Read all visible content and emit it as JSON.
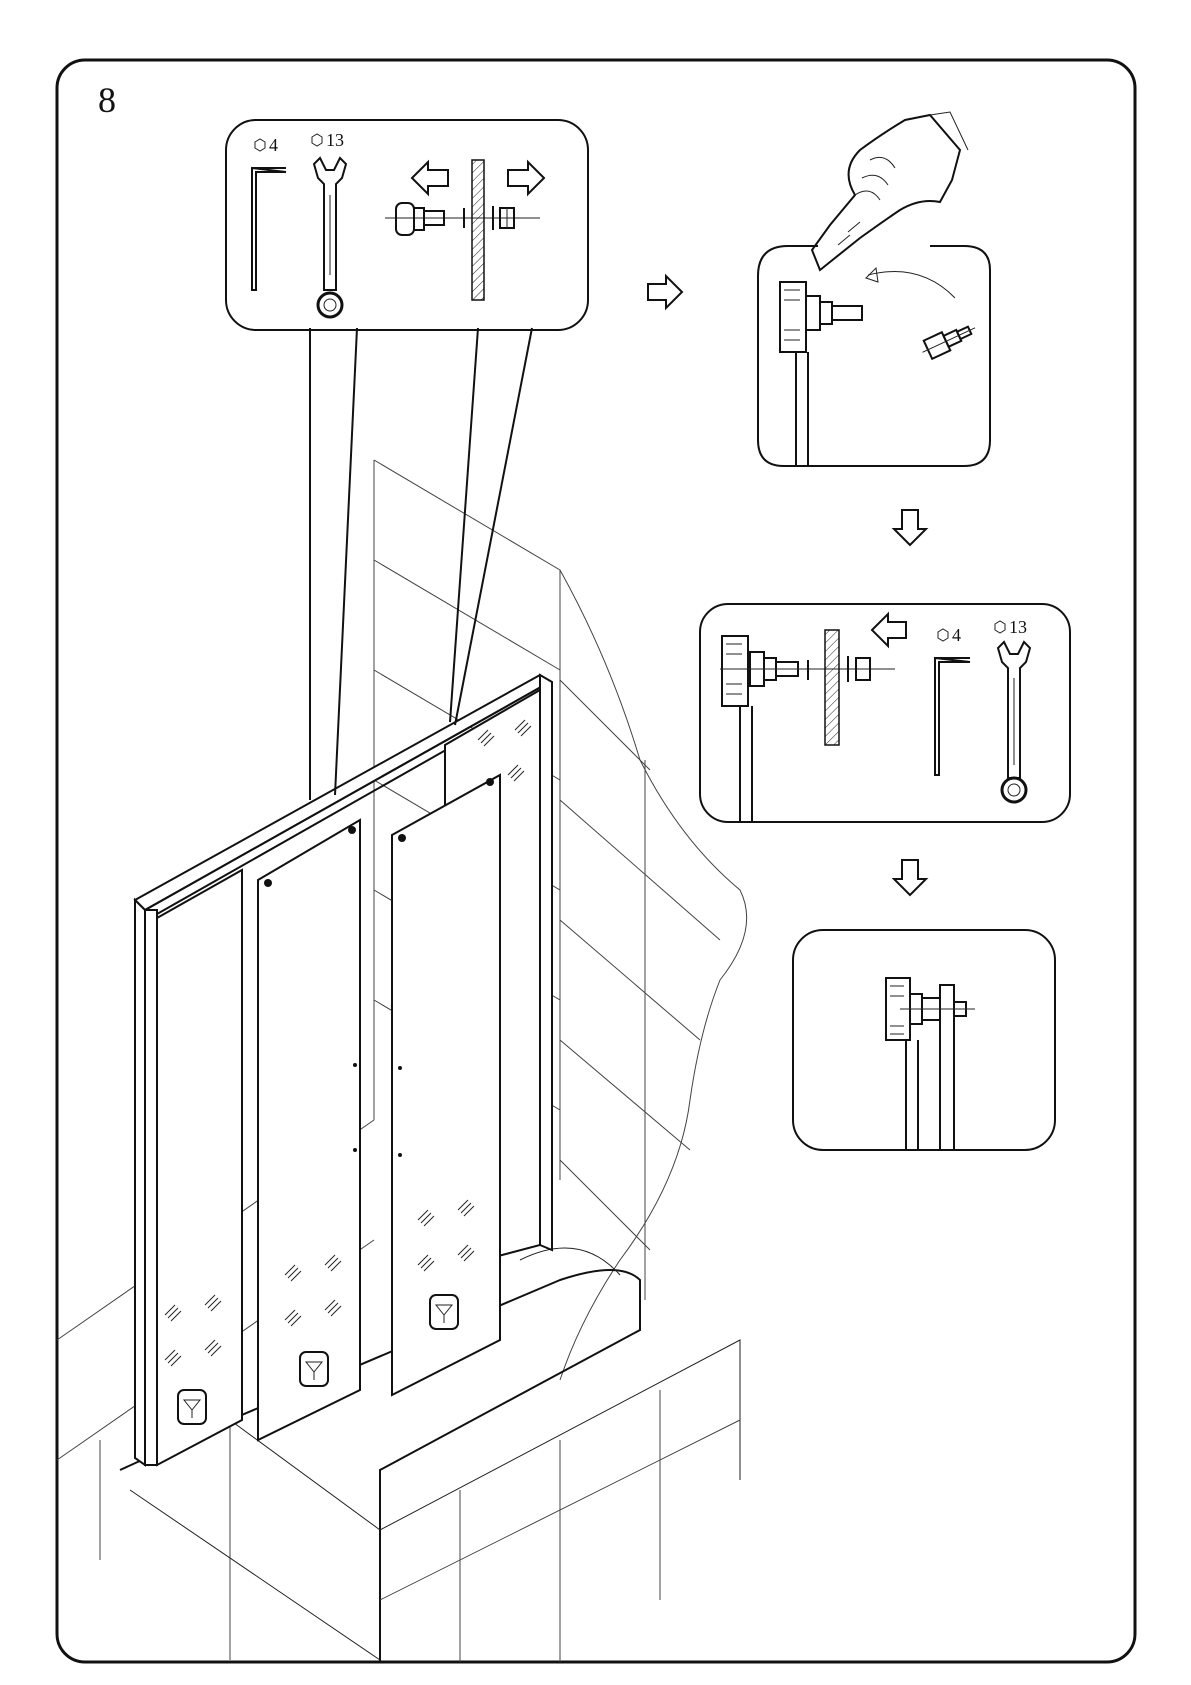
{
  "step": {
    "number": "8"
  },
  "tools": {
    "top_callout": {
      "hex_key_size": "4",
      "wrench_size": "13"
    },
    "middle_callout": {
      "hex_key_size": "4",
      "wrench_size": "13"
    }
  },
  "icons": {
    "hex_key": "hex-key-icon",
    "wrench": "wrench-icon",
    "arrow": "arrow-icon",
    "hand": "hand-icon",
    "logo": "logo-icon"
  },
  "colors": {
    "line": "#111111",
    "background": "#ffffff"
  }
}
